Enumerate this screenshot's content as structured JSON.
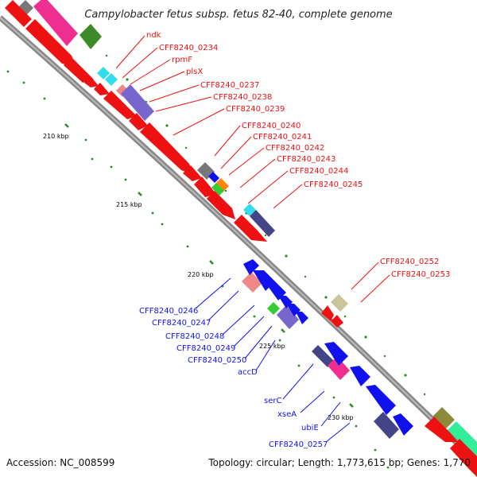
{
  "title": "Campylobacter fetus subsp. fetus 82-40, complete genome",
  "accession": "Accession: NC_008599",
  "summary": "Topology: circular; Length: 1,773,615 bp; Genes: 1,770",
  "ticks": [
    "210 kbp",
    "215 kbp",
    "220 kbp",
    "225 kbp",
    "230 kbp"
  ],
  "forward_genes": [
    "ndk",
    "CFF8240_0234",
    "rpmF",
    "plsX",
    "CFF8240_0237",
    "CFF8240_0238",
    "CFF8240_0239",
    "CFF8240_0240",
    "CFF8240_0241",
    "CFF8240_0242",
    "CFF8240_0243",
    "CFF8240_0244",
    "CFF8240_0245",
    "CFF8240_0252",
    "CFF8240_0253"
  ],
  "reverse_genes": [
    "CFF8240_0246",
    "CFF8240_0247",
    "CFF8240_0248",
    "CFF8240_0249",
    "CFF8240_0250",
    "accD",
    "serC",
    "xseA",
    "ubiE",
    "CFF8240_0257"
  ],
  "colors": {
    "forward": "#ee1111",
    "reverse": "#1111ee",
    "backbone": "#888888",
    "dot": "#2a8a2a",
    "cog_magenta": "#ee2f8f",
    "cog_green": "#3c8a2a",
    "cog_cyan": "#33ddee",
    "cog_purple": "#7766cc",
    "cog_gray": "#777777",
    "cog_pink": "#ee8888",
    "cog_olive": "#8a8a3a",
    "cog_tan": "#ccc49a",
    "cog_teal": "#33ee99",
    "cog_navy": "#444488",
    "cog_orange": "#ff8800",
    "cog_lime": "#33cc33"
  }
}
